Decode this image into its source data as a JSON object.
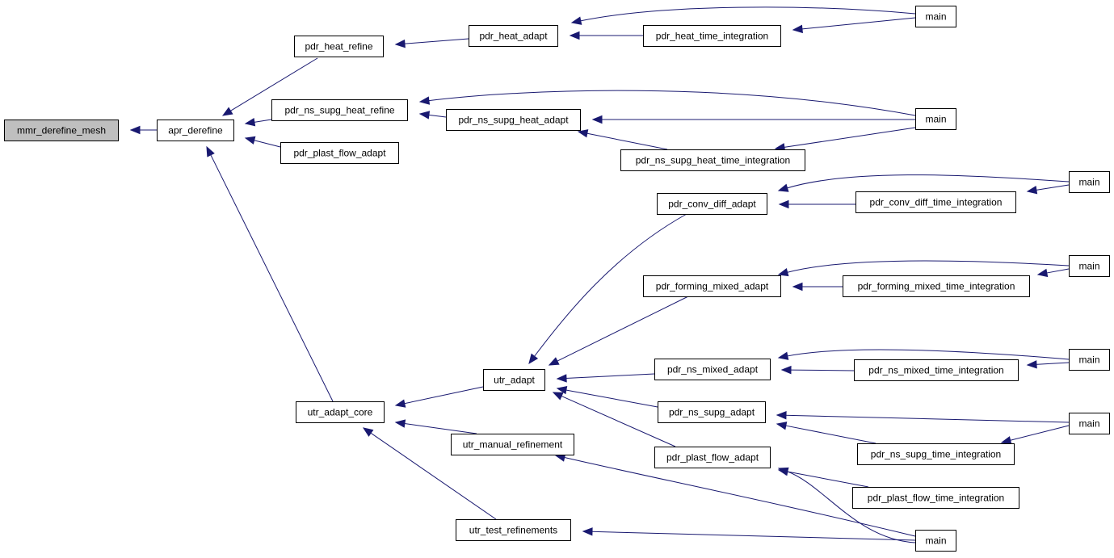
{
  "colors": {
    "edge": "#191970",
    "root_fill": "#bfbfbf",
    "node_fill": "#ffffff",
    "border": "#000000"
  },
  "nodes": [
    {
      "id": "mmr_derefine_mesh",
      "label": "mmr_derefine_mesh",
      "root": true
    },
    {
      "id": "apr_derefine",
      "label": "apr_derefine"
    },
    {
      "id": "pdr_heat_refine",
      "label": "pdr_heat_refine"
    },
    {
      "id": "pdr_heat_adapt",
      "label": "pdr_heat_adapt"
    },
    {
      "id": "pdr_heat_time_integration",
      "label": "pdr_heat_time_integration"
    },
    {
      "id": "main1",
      "label": "main"
    },
    {
      "id": "pdr_ns_supg_heat_refine",
      "label": "pdr_ns_supg_heat_refine"
    },
    {
      "id": "pdr_ns_supg_heat_adapt",
      "label": "pdr_ns_supg_heat_adapt"
    },
    {
      "id": "pdr_ns_supg_heat_time_integration",
      "label": "pdr_ns_supg_heat_time_integration"
    },
    {
      "id": "main2",
      "label": "main"
    },
    {
      "id": "pdr_plast_flow_adapt_a",
      "label": "pdr_plast_flow_adapt"
    },
    {
      "id": "pdr_conv_diff_adapt",
      "label": "pdr_conv_diff_adapt"
    },
    {
      "id": "pdr_conv_diff_time_integration",
      "label": "pdr_conv_diff_time_integration"
    },
    {
      "id": "main3",
      "label": "main"
    },
    {
      "id": "pdr_forming_mixed_adapt",
      "label": "pdr_forming_mixed_adapt"
    },
    {
      "id": "pdr_forming_mixed_time_integration",
      "label": "pdr_forming_mixed_time_integration"
    },
    {
      "id": "main4",
      "label": "main"
    },
    {
      "id": "pdr_ns_mixed_adapt",
      "label": "pdr_ns_mixed_adapt"
    },
    {
      "id": "pdr_ns_mixed_time_integration",
      "label": "pdr_ns_mixed_time_integration"
    },
    {
      "id": "main5",
      "label": "main"
    },
    {
      "id": "utr_adapt",
      "label": "utr_adapt"
    },
    {
      "id": "pdr_ns_supg_adapt",
      "label": "pdr_ns_supg_adapt"
    },
    {
      "id": "pdr_ns_supg_time_integration",
      "label": "pdr_ns_supg_time_integration"
    },
    {
      "id": "main6",
      "label": "main"
    },
    {
      "id": "utr_adapt_core",
      "label": "utr_adapt_core"
    },
    {
      "id": "utr_manual_refinement",
      "label": "utr_manual_refinement"
    },
    {
      "id": "pdr_plast_flow_adapt_b",
      "label": "pdr_plast_flow_adapt"
    },
    {
      "id": "pdr_plast_flow_time_integration",
      "label": "pdr_plast_flow_time_integration"
    },
    {
      "id": "utr_test_refinements",
      "label": "utr_test_refinements"
    },
    {
      "id": "main7",
      "label": "main"
    }
  ],
  "edges": [
    {
      "from": "apr_derefine",
      "to": "mmr_derefine_mesh"
    },
    {
      "from": "pdr_heat_refine",
      "to": "apr_derefine"
    },
    {
      "from": "pdr_ns_supg_heat_refine",
      "to": "apr_derefine"
    },
    {
      "from": "pdr_plast_flow_adapt_a",
      "to": "apr_derefine"
    },
    {
      "from": "utr_adapt_core",
      "to": "apr_derefine"
    },
    {
      "from": "pdr_heat_adapt",
      "to": "pdr_heat_refine"
    },
    {
      "from": "main1",
      "to": "pdr_heat_adapt"
    },
    {
      "from": "pdr_heat_time_integration",
      "to": "pdr_heat_adapt"
    },
    {
      "from": "main1",
      "to": "pdr_heat_time_integration"
    },
    {
      "from": "main2",
      "to": "pdr_ns_supg_heat_refine"
    },
    {
      "from": "pdr_ns_supg_heat_adapt",
      "to": "pdr_ns_supg_heat_refine"
    },
    {
      "from": "main2",
      "to": "pdr_ns_supg_heat_adapt"
    },
    {
      "from": "pdr_ns_supg_heat_time_integration",
      "to": "pdr_ns_supg_heat_adapt"
    },
    {
      "from": "main2",
      "to": "pdr_ns_supg_heat_time_integration"
    },
    {
      "from": "utr_adapt",
      "to": "utr_adapt_core"
    },
    {
      "from": "utr_manual_refinement",
      "to": "utr_adapt_core"
    },
    {
      "from": "utr_test_refinements",
      "to": "utr_adapt_core"
    },
    {
      "from": "pdr_conv_diff_adapt",
      "to": "utr_adapt"
    },
    {
      "from": "pdr_forming_mixed_adapt",
      "to": "utr_adapt"
    },
    {
      "from": "pdr_ns_mixed_adapt",
      "to": "utr_adapt"
    },
    {
      "from": "pdr_ns_supg_adapt",
      "to": "utr_adapt"
    },
    {
      "from": "pdr_plast_flow_adapt_b",
      "to": "utr_adapt"
    },
    {
      "from": "main3",
      "to": "pdr_conv_diff_adapt"
    },
    {
      "from": "pdr_conv_diff_time_integration",
      "to": "pdr_conv_diff_adapt"
    },
    {
      "from": "main3",
      "to": "pdr_conv_diff_time_integration"
    },
    {
      "from": "main4",
      "to": "pdr_forming_mixed_adapt"
    },
    {
      "from": "pdr_forming_mixed_time_integration",
      "to": "pdr_forming_mixed_adapt"
    },
    {
      "from": "main4",
      "to": "pdr_forming_mixed_time_integration"
    },
    {
      "from": "main5",
      "to": "pdr_ns_mixed_adapt"
    },
    {
      "from": "pdr_ns_mixed_time_integration",
      "to": "pdr_ns_mixed_adapt"
    },
    {
      "from": "main5",
      "to": "pdr_ns_mixed_time_integration"
    },
    {
      "from": "main6",
      "to": "pdr_ns_supg_adapt"
    },
    {
      "from": "pdr_ns_supg_time_integration",
      "to": "pdr_ns_supg_adapt"
    },
    {
      "from": "main6",
      "to": "pdr_ns_supg_time_integration"
    },
    {
      "from": "main7",
      "to": "pdr_plast_flow_adapt_b"
    },
    {
      "from": "pdr_plast_flow_time_integration",
      "to": "pdr_plast_flow_adapt_b"
    },
    {
      "from": "main7",
      "to": "utr_manual_refinement"
    },
    {
      "from": "main7",
      "to": "utr_test_refinements"
    }
  ]
}
